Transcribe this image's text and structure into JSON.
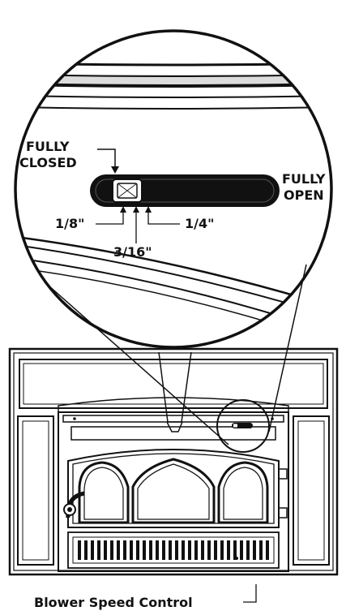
{
  "labels": {
    "fully_closed_line1": "FULLY",
    "fully_closed_line2": "CLOSED",
    "fully_open_line1": "FULLY",
    "fully_open_line2": "OPEN",
    "one_eighth": "1/8\"",
    "three_sixteenths": "3/16\"",
    "one_quarter": "1/4\""
  },
  "caption": "Blower Speed Control",
  "colors": {
    "ink": "#111111",
    "background": "#ffffff"
  }
}
